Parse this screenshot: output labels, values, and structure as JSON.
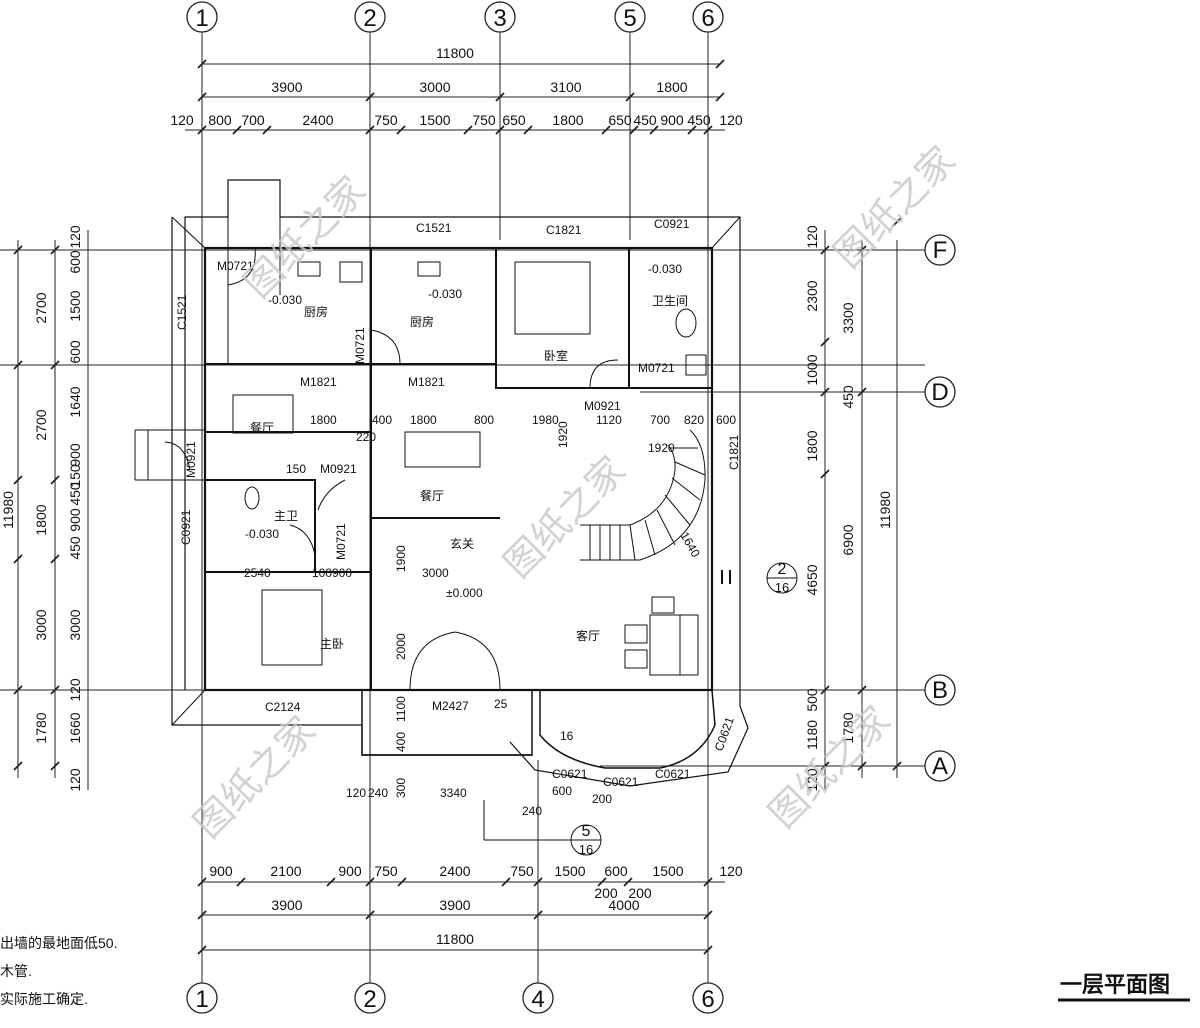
{
  "title": "一层平面图",
  "watermark": "图纸之家",
  "notes": [
    "出墙的最地面低50.",
    "木管.",
    "实际施工确定."
  ],
  "axes": {
    "top": [
      "1",
      "2",
      "3",
      "5",
      "6"
    ],
    "bottom": [
      "1",
      "2",
      "4",
      "6"
    ],
    "right": [
      "F",
      "D",
      "B",
      "A"
    ]
  },
  "dimensions": {
    "top_total": "11800",
    "top_row2": [
      "3900",
      "3000",
      "3100",
      "1800"
    ],
    "top_row3": [
      "120",
      "800",
      "700",
      "2400",
      "750",
      "1500",
      "750",
      "650",
      "1800",
      "650",
      "450",
      "900",
      "450",
      "120"
    ],
    "bottom_row1": [
      "900",
      "2100",
      "900",
      "750",
      "2400",
      "750",
      "1500",
      "600",
      "1500",
      "120"
    ],
    "bottom_row2": [
      "3900",
      "3900",
      "4000"
    ],
    "bottom_total": "11800",
    "bottom_small": [
      "200",
      "200"
    ],
    "left_total": "11980",
    "left_outer": [
      "2700",
      "2700",
      "1800",
      "3000",
      "1780"
    ],
    "left_inner": [
      "120",
      "600",
      "1500",
      "600",
      "1640",
      "900",
      "150",
      "450",
      "900",
      "450",
      "3000",
      "120",
      "1660",
      "120"
    ],
    "right_total": "11980",
    "right_outer": [
      "3300",
      "450",
      "6900",
      "1780"
    ],
    "right_inner": [
      "120",
      "2300",
      "1000",
      "1800",
      "4650",
      "500",
      "1180",
      "120"
    ]
  },
  "rooms": [
    "厨房",
    "厨房",
    "卧室",
    "卫生间",
    "餐厅",
    "餐厅",
    "主卫",
    "玄关",
    "客厅",
    "主卧"
  ],
  "levels": [
    "-0.030",
    "-0.030",
    "-0.030",
    "-0.030",
    "±0.000"
  ],
  "doors": [
    "M0721",
    "M0721",
    "M1821",
    "M1821",
    "M0921",
    "M0721",
    "M0921",
    "M0921",
    "M0721",
    "M2427"
  ],
  "windows": [
    "C1521",
    "C1521",
    "C1821",
    "C0921",
    "C1821",
    "C0921",
    "C2124",
    "C0621",
    "C0621",
    "C0621",
    "C0621"
  ],
  "inner_dims": [
    "1800",
    "400",
    "1800",
    "800",
    "1980",
    "1120",
    "700",
    "820",
    "600",
    "220",
    "1920",
    "1920",
    "2540",
    "100",
    "900",
    "1900",
    "3000",
    "2000",
    "1100",
    "400",
    "300",
    "120",
    "240",
    "3340",
    "240",
    "600",
    "200",
    "1640",
    "25",
    "150",
    "16"
  ],
  "section_marks": [
    {
      "num": "2",
      "ref": "16"
    },
    {
      "num": "5",
      "ref": "16"
    }
  ]
}
